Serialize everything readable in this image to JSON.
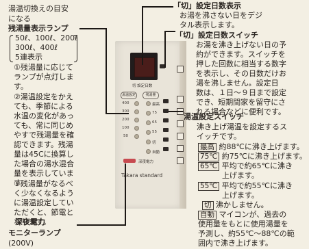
{
  "left_text": {
    "l1": "湯温切換えの目安",
    "l2": "になる",
    "title": "残湯量表示ランプ",
    "bracket_l1": "50ℓ、100ℓ、200ℓ",
    "bracket_l2": "300ℓ、400ℓ",
    "bracket_l3": "5連表示",
    "item1_l1": "①残湯量に応じて",
    "item1_l2": "ランプが点灯しま",
    "item1_l3": "す。",
    "item2_l1": "②湯温設定をかえ",
    "item2_l2": "ても、季節による",
    "item2_l3": "水温の変化があっ",
    "item2_l4": "ても、常に同じめ",
    "item2_l5": "やすで残湯量を確",
    "item2_l6": "認できます。残湯",
    "item2_l7": "量は45Cに換算し",
    "item2_l8": "た場合の湯水混合",
    "item2_l9": "量を表示していま",
    "item2_l10": "す。",
    "item3_l1": "③残湯量がなるべ",
    "item3_l2": "く少なくなるよう",
    "item3_l3": "に湯温設定してい",
    "item3_l4": "ただくと、節電と",
    "item3_l5": "なります。",
    "night_title1": "深夜電力",
    "night_title2": "モニターランプ",
    "night_sub": "(200V)"
  },
  "right_text": {
    "off_title": "「切」設定日数表示",
    "off_d1": "お湯を沸さない日をデジ",
    "off_d2": "タル表示します。",
    "sw_title": "「切」設定日数スイッチ",
    "sw_d1": "お湯を沸き上げない日の予",
    "sw_d2": "約ができます。スイッチを",
    "sw_d3": "押した回数に相当する数字",
    "sw_d4": "を表示し、その日数だけお",
    "sw_d5": "湯を沸しません。設定日",
    "sw_d6": "数は、１日～９日まで設定",
    "sw_d7": "でき、短期間家を留守にさ",
    "sw_d8": "れる場合などに便利です。",
    "temp_title": "湯温設定スイッチ",
    "temp_d1": "沸き上げ湯温を設定するス",
    "temp_d2": "イッチです。",
    "opt1_label": "最高",
    "opt1_desc": "約88℃に沸き上げます。",
    "opt2_label": "75℃",
    "opt2_desc": "約75℃に沸き上げます。",
    "opt3_label": "65℃",
    "opt3_desc1": "平均で約65℃に沸き",
    "opt3_desc2": "上げます。",
    "opt4_label": "55℃",
    "opt4_desc1": "平均で約55℃に沸き",
    "opt4_desc2": "上げます。",
    "opt5_label": "切",
    "opt5_desc": "沸かしません。",
    "opt6_label": "自動",
    "opt6_desc1": "マイコンが、過去の",
    "opt6_desc2": "使用量をもとに使用湯量を",
    "opt6_desc3": "予測し、約55℃～88℃の範",
    "opt6_desc4": "囲内で沸き上げます。"
  },
  "panel": {
    "display_label": "切 設定日数",
    "oval1": "湯温設定",
    "oval2": "残湯量",
    "lamp_labels": [
      "400",
      "300",
      "200",
      "100",
      "50"
    ],
    "temp_labels": [
      "最高",
      "75",
      "65",
      "55",
      "切",
      "自動"
    ],
    "brand": "Takara standard",
    "night_label": "深夜電力"
  }
}
